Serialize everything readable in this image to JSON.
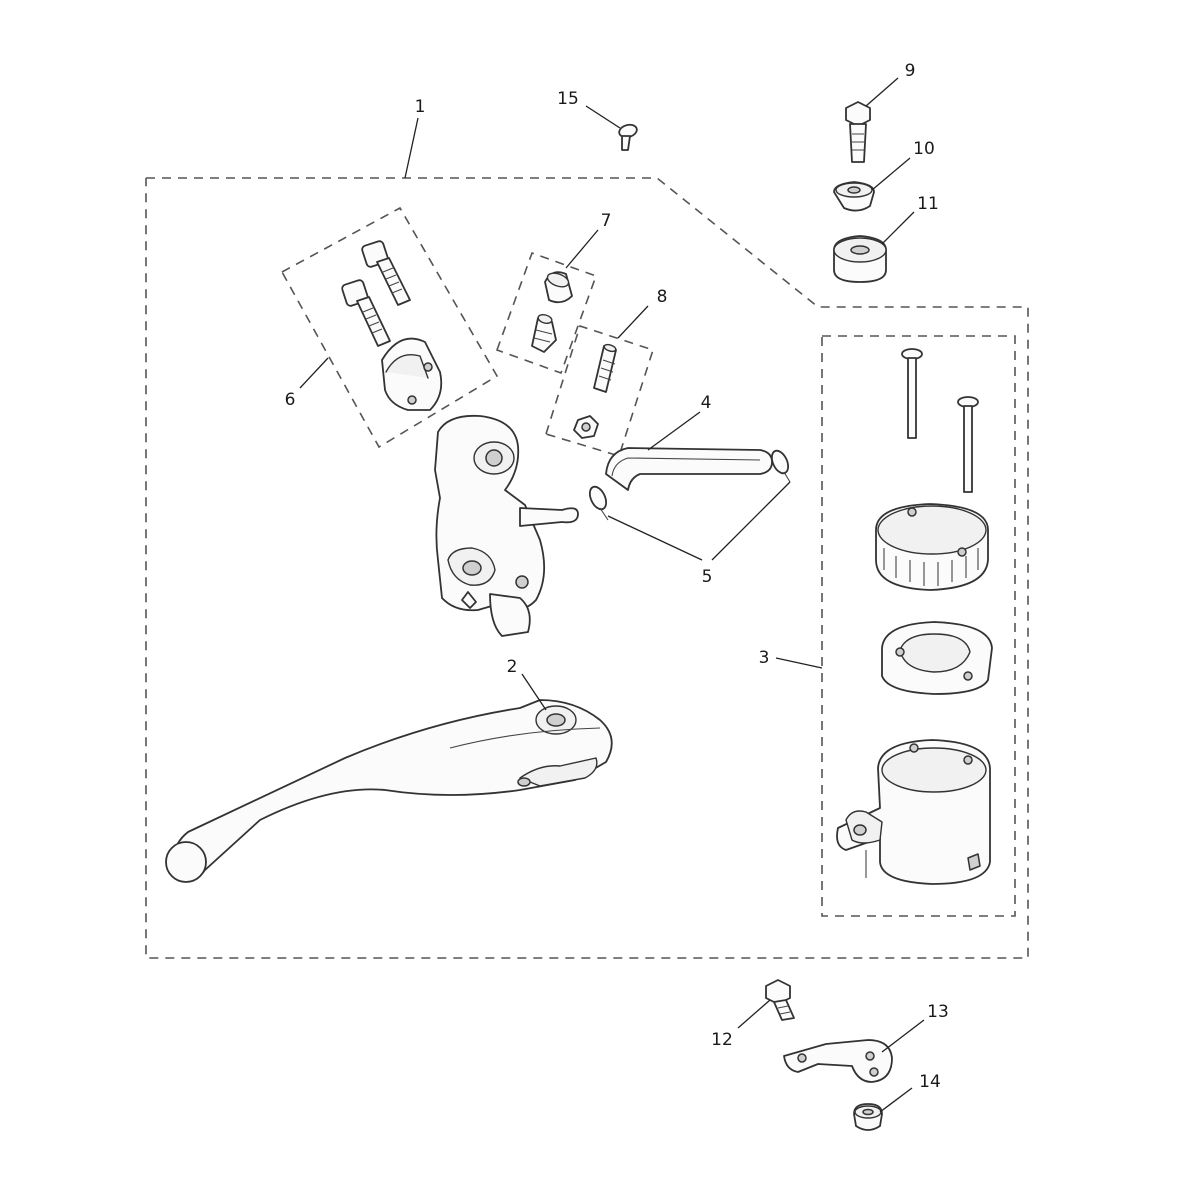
{
  "callouts": [
    {
      "id": "1",
      "text": "1"
    },
    {
      "id": "2",
      "text": "2"
    },
    {
      "id": "3",
      "text": "3"
    },
    {
      "id": "4",
      "text": "4"
    },
    {
      "id": "5",
      "text": "5"
    },
    {
      "id": "6",
      "text": "6"
    },
    {
      "id": "7",
      "text": "7"
    },
    {
      "id": "8",
      "text": "8"
    },
    {
      "id": "9",
      "text": "9"
    },
    {
      "id": "10",
      "text": "10"
    },
    {
      "id": "11",
      "text": "11"
    },
    {
      "id": "12",
      "text": "12"
    },
    {
      "id": "13",
      "text": "13"
    },
    {
      "id": "14",
      "text": "14"
    },
    {
      "id": "15",
      "text": "15"
    }
  ],
  "colors": {
    "line": "#333333",
    "dash": "#555555",
    "fill": "#fbfbfb"
  }
}
